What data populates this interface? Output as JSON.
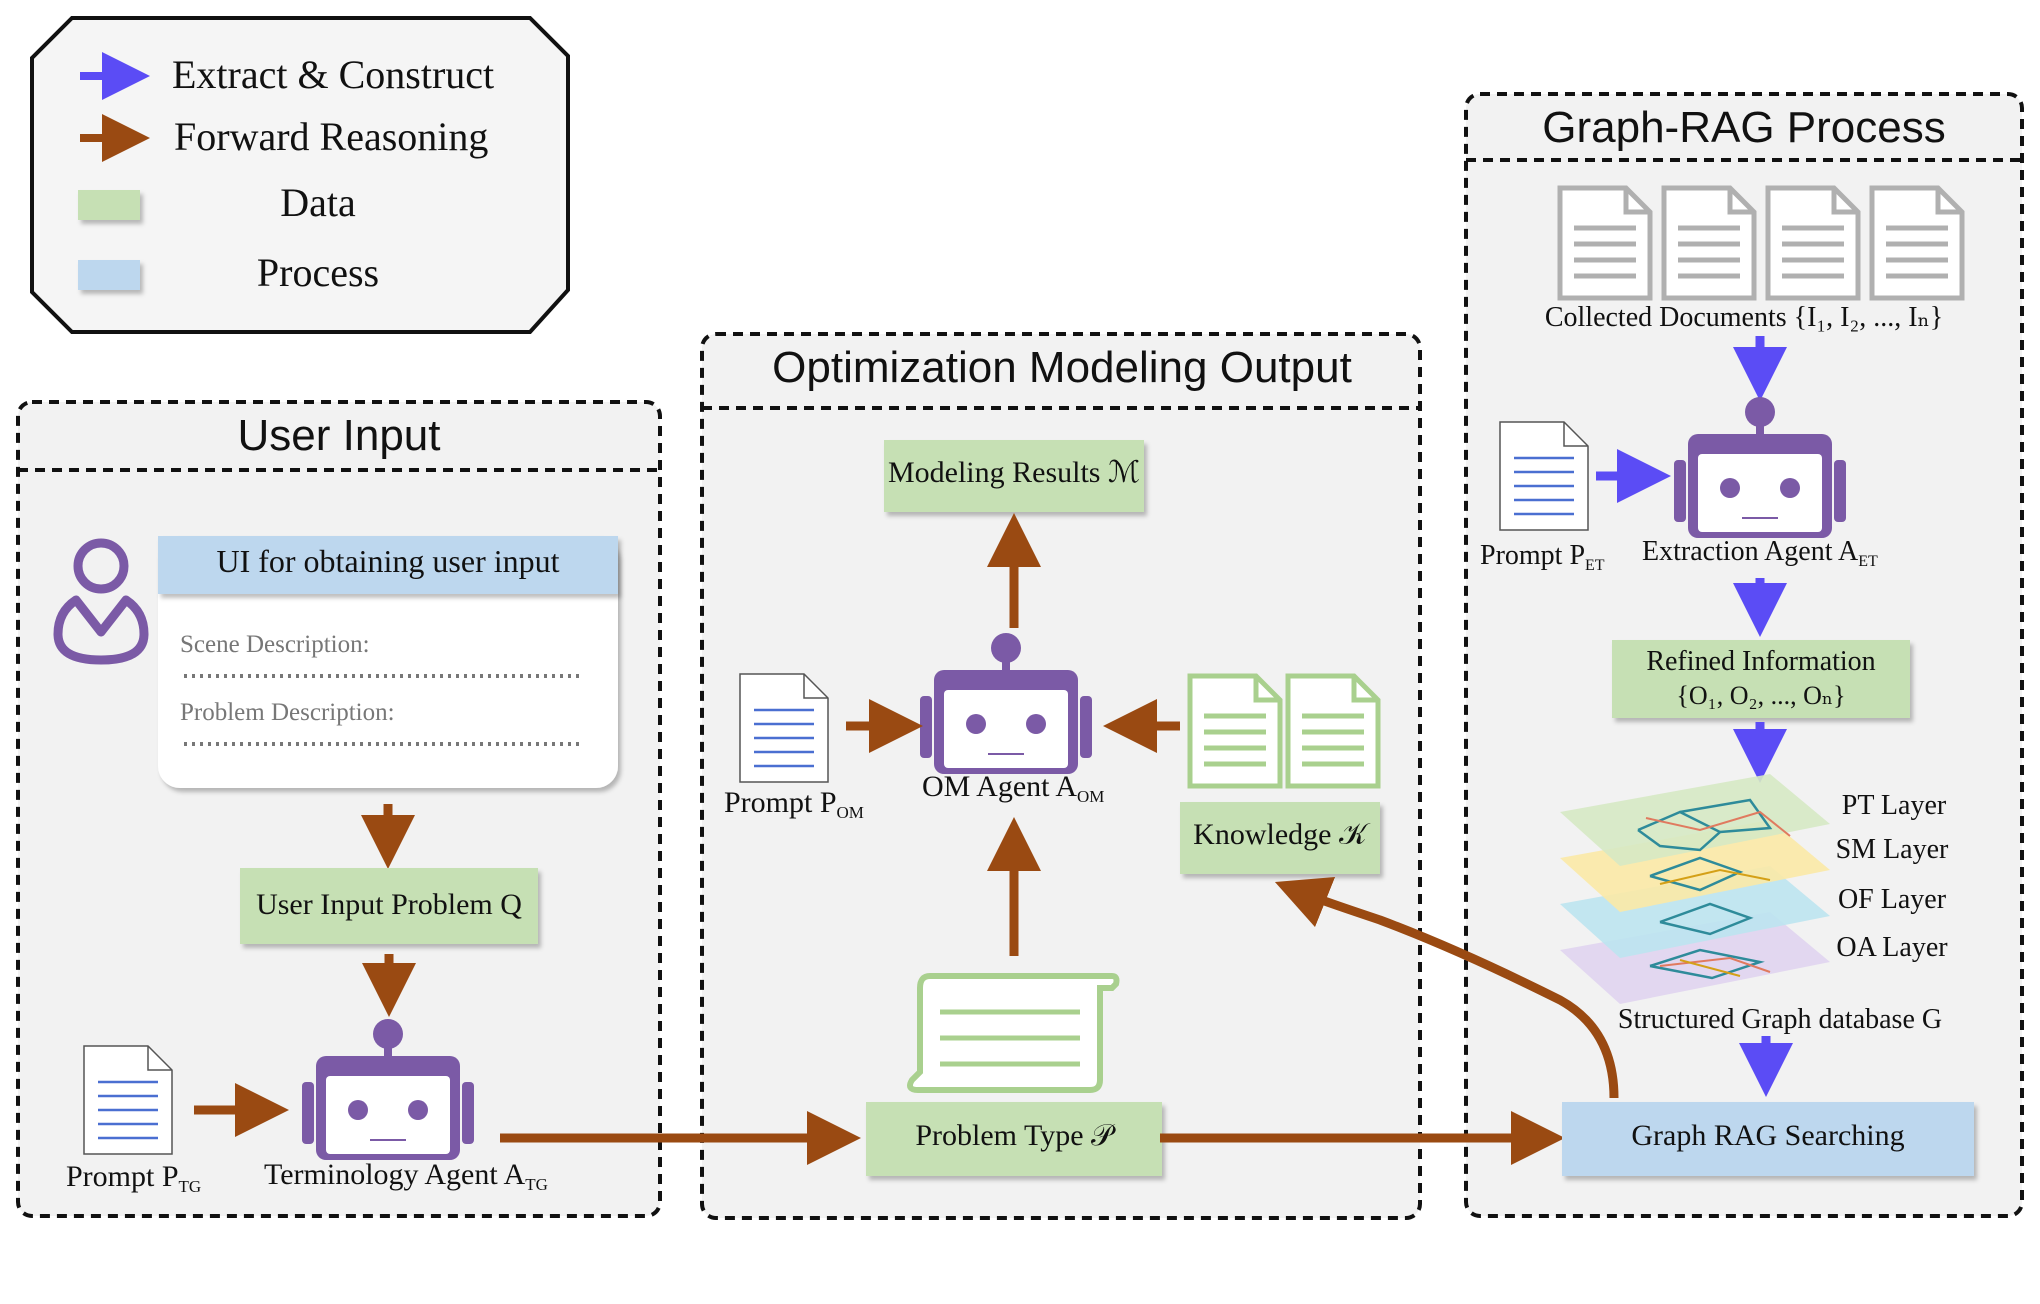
{
  "legend": {
    "items": [
      {
        "label": "Extract & Construct",
        "color": "#5b4cf5",
        "icon": "blue-arrow-icon"
      },
      {
        "label": "Forward Reasoning",
        "color": "#9a4a12",
        "icon": "brown-arrow-icon"
      },
      {
        "label": "Data",
        "color": "#c6e0b4",
        "icon": "green-swatch-icon"
      },
      {
        "label": "Process",
        "color": "#bdd7ee",
        "icon": "blue-swatch-icon"
      }
    ]
  },
  "panels": {
    "user_input": {
      "title": "User Input",
      "ui_box_title": "UI for obtaining user input",
      "scene_label": "Scene Description:",
      "problem_label": "Problem Description:",
      "problem_node": "User Input Problem Q",
      "prompt_label": "Prompt P",
      "prompt_sub": "TG",
      "agent_label": "Terminology Agent A",
      "agent_sub": "TG"
    },
    "om_output": {
      "title": "Optimization Modeling Output",
      "results_node": "Modeling Results ℳ",
      "prompt_label": "Prompt P",
      "prompt_sub": "OM",
      "agent_label": "OM Agent A",
      "agent_sub": "OM",
      "knowledge_node": "Knowledge 𝒦",
      "problem_type_node": "Problem Type 𝒫"
    },
    "graph_rag": {
      "title": "Graph-RAG Process",
      "docs_label": "Collected Documents {I₁, I₂, ..., Iₙ}",
      "prompt_label": "Prompt P",
      "prompt_sub": "ET",
      "agent_label": "Extraction Agent A",
      "agent_sub": "ET",
      "refined_line1": "Refined Information",
      "refined_line2": "{O₁, O₂, ..., Oₙ}",
      "layers": [
        "PT Layer",
        "SM Layer",
        "OF Layer",
        "OA Layer"
      ],
      "db_label": "Structured Graph database G",
      "search_node": "Graph RAG Searching"
    }
  },
  "colors": {
    "data_green": "#c6e0b4",
    "process_blue": "#bdd7ee",
    "robot_purple": "#7b5aa6",
    "arrow_brown": "#9a4a12",
    "arrow_blue": "#5b4cf5",
    "doc_gray": "#b0b0b0",
    "doc_green": "#a9d08e"
  }
}
